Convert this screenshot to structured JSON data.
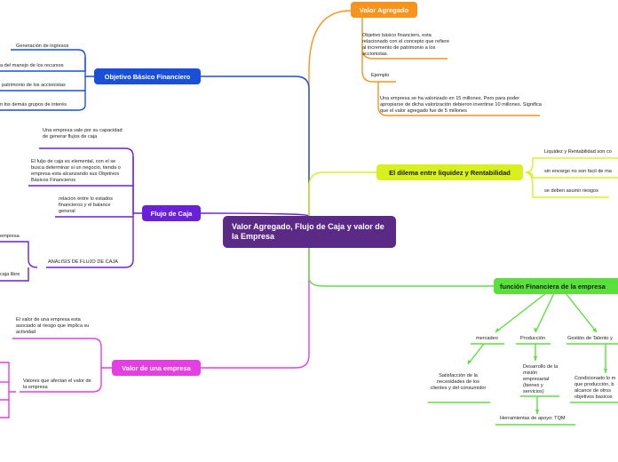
{
  "center": {
    "title": "Valor Agregado, Flujo de Caja y valor de la Empresa"
  },
  "colors": {
    "center": "#5b2a86",
    "orange": "#f7941d",
    "blue": "#1a4fd8",
    "purple": "#6a1fd8",
    "magenta": "#e43fe0",
    "lime": "#d8f01e",
    "green": "#5ae03a"
  },
  "valor_agregado": {
    "title": "Valor Agregado",
    "desc": "Objetivo básico financiero, esta relacionado con el concepto que refiere al incremento de patrimonio a los accionistas.",
    "ejemplo_label": "Ejemplo",
    "ejemplo_text": "Una empresa se ha valorizado en 15 millones. Pero para poder apropiarse de dicha valorización debieron invertirse 10 millones. Significa que el valor agregado fue de 5 millones"
  },
  "dilema": {
    "title": "El dilema entre liquidez y Rentabilidad",
    "items": [
      "Liquidez y Rentabilidad son co",
      "sin envargo no son facil de ma",
      "se deben asumir riesgos"
    ]
  },
  "funcion": {
    "title": "función Financiera de la empresa",
    "mercadeo": "mercadeo",
    "mercadeo_child": "Satisfacción de la necesidades de los clientes y del consumidor",
    "produccion": "Producción",
    "produccion_child": "Desarrollo de la misión empresarial (bienes y servicios)",
    "produccion_grandchild": "Herramientas de apoyo: TQM",
    "talento": "Gestión de Talento y",
    "talento_child": "Condicionado lo m que producción, b alcance de otros objetivos basicos"
  },
  "objetivo": {
    "title": "Objetivo Básico Financiero",
    "items": [
      "Generación de ingresos",
      "a del manejo de los recursos",
      "patrimonio de los accionistas",
      "n los demás grupos de interés"
    ]
  },
  "flujo": {
    "title": "Flujo de Caja",
    "items": [
      "Una empresa vale por su capacidad de generar flujos de caja",
      "El fuljo de caja es elemental, con el se busca determinar si un negocio, tienda o empresa esta alcanzando sus Objetivos Básicos Financieros",
      "relacion entre lo estados financieros y el balance general"
    ],
    "analisis": "ANALISIS DE FLUJO DE CAJA",
    "analisis_children": [
      "empresa",
      "caja libre"
    ]
  },
  "valor_empresa": {
    "title": "Valor de una empresa",
    "item1": "El valor de una empresa esta asociado al riesgo que implica su actividad",
    "item2": "Valores que afectan el valor de la empresa"
  }
}
